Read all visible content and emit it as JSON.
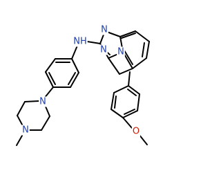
{
  "figure": {
    "type": "chemical-structure"
  },
  "colors": {
    "nitrogen": "#1f3fb0",
    "oxygen": "#d11a00",
    "carbon": "#000000",
    "bond": "#000000",
    "background": "#ffffff"
  },
  "labels": {
    "nh": "NH",
    "n_triazole_top": "N",
    "n_triazole_bottom": "N",
    "n_bridgehead": "N",
    "n_piperazine_top": "N",
    "n_piperazine_bottom": "N",
    "o_methoxy": "O"
  }
}
